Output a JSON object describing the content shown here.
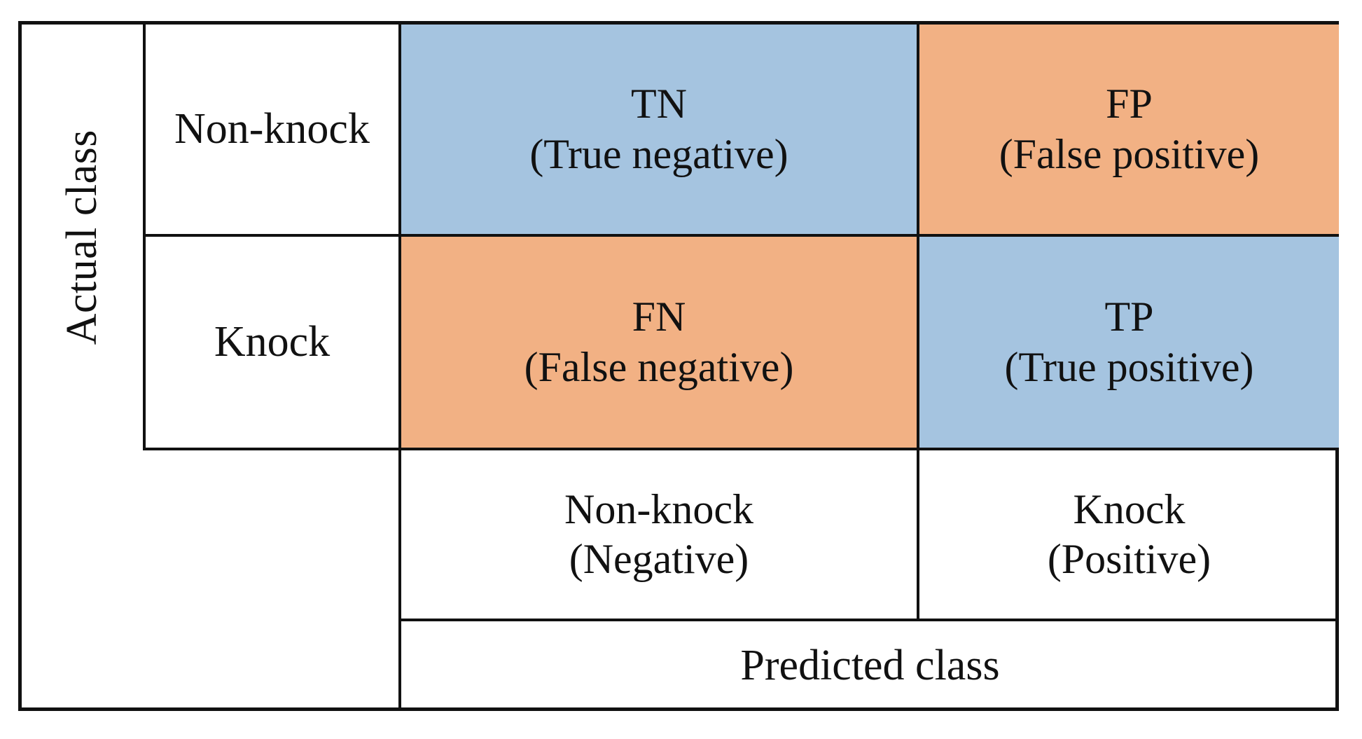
{
  "diagram": {
    "type": "confusion-matrix",
    "axes": {
      "row_axis_label": "Actual class",
      "column_axis_label": "Predicted class"
    },
    "row_labels": [
      {
        "name": "Non-knock"
      },
      {
        "name": "Knock"
      }
    ],
    "column_labels": [
      {
        "name": "Non-knock",
        "polarity": "(Negative)"
      },
      {
        "name": "Knock",
        "polarity": "(Positive)"
      }
    ],
    "cells": [
      {
        "id": "tn",
        "abbr": "TN",
        "full": "(True negative)",
        "actual": "Non-knock",
        "predicted": "Non-knock",
        "fill": "#a5c4e0"
      },
      {
        "id": "fp",
        "abbr": "FP",
        "full": "(False positive)",
        "actual": "Non-knock",
        "predicted": "Knock",
        "fill": "#f2b184"
      },
      {
        "id": "fn",
        "abbr": "FN",
        "full": "(False negative)",
        "actual": "Knock",
        "predicted": "Non-knock",
        "fill": "#f2b184"
      },
      {
        "id": "tp",
        "abbr": "TP",
        "full": "(True positive)",
        "actual": "Knock",
        "predicted": "Knock",
        "fill": "#a5c4e0"
      }
    ],
    "colors": {
      "correct_fill": "#a5c4e0",
      "incorrect_fill": "#f2b184",
      "line": "#111111",
      "background": "#ffffff",
      "text": "#111111"
    }
  }
}
